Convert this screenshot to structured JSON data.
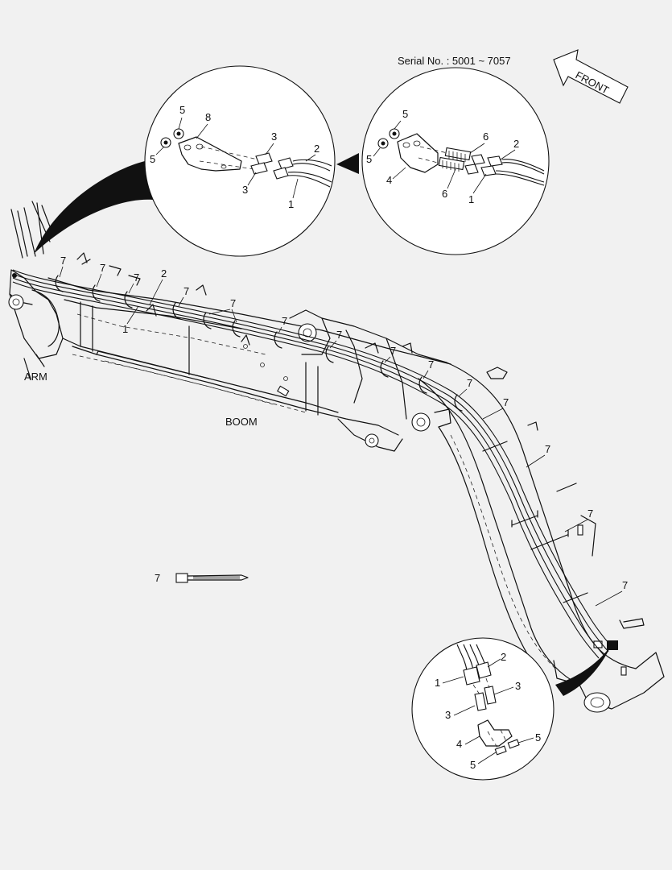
{
  "serial": "Serial No. : 5001 ~ 7057",
  "front_label": "FRONT",
  "labels": {
    "arm": "ARM",
    "boom": "BOOM"
  },
  "part_numbers": {
    "p1": "1",
    "p2": "2",
    "p3": "3",
    "p4": "4",
    "p5": "5",
    "p6": "6",
    "p7": "7",
    "p8": "8"
  }
}
